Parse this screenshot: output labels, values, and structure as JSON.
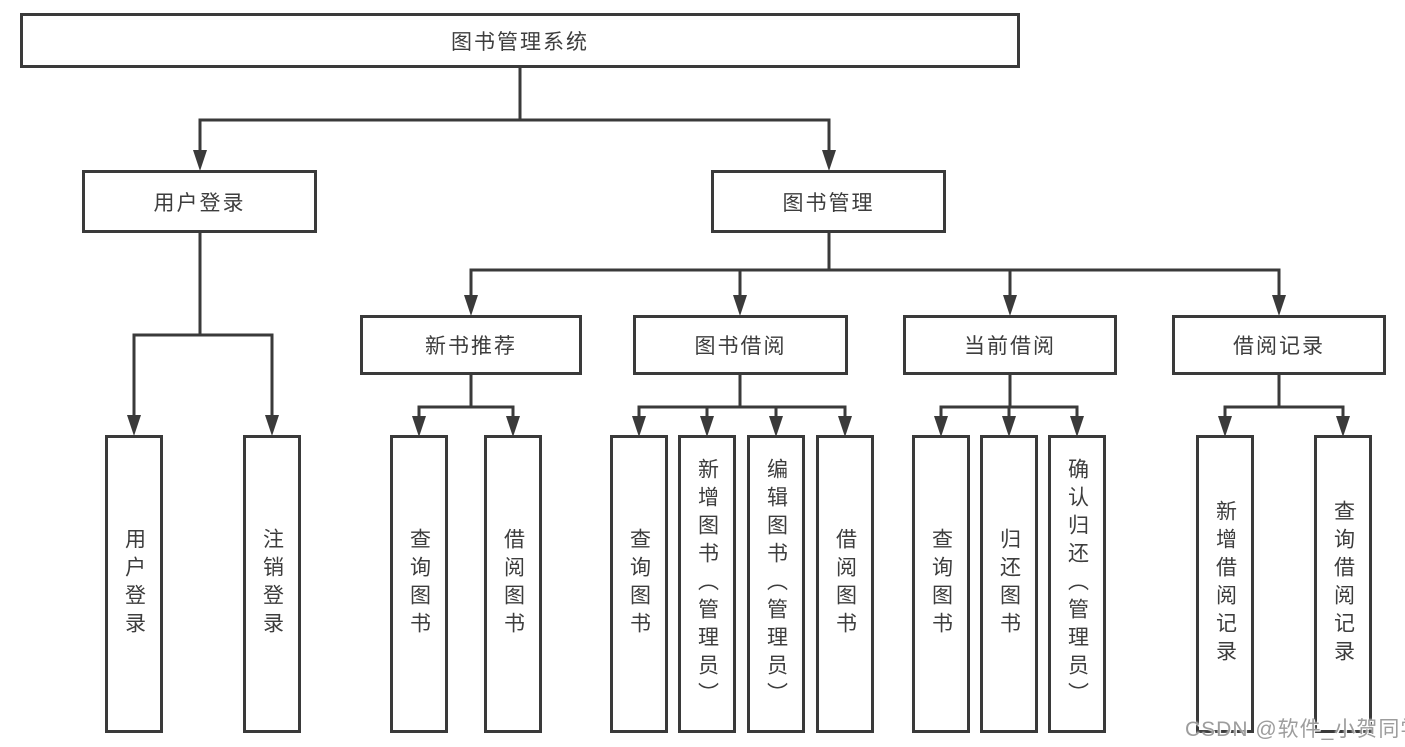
{
  "tree": {
    "label": "图书管理系统",
    "children": [
      {
        "label": "用户登录",
        "children": [
          {
            "label": "用户登录"
          },
          {
            "label": "注销登录"
          }
        ]
      },
      {
        "label": "图书管理",
        "children": [
          {
            "label": "新书推荐",
            "children": [
              {
                "label": "查询图书"
              },
              {
                "label": "借阅图书"
              }
            ]
          },
          {
            "label": "图书借阅",
            "children": [
              {
                "label": "查询图书"
              },
              {
                "label": "新增图书（管理员）"
              },
              {
                "label": "编辑图书（管理员）"
              },
              {
                "label": "借阅图书"
              }
            ]
          },
          {
            "label": "当前借阅",
            "children": [
              {
                "label": "查询图书"
              },
              {
                "label": "归还图书"
              },
              {
                "label": "确认归还（管理员）"
              }
            ]
          },
          {
            "label": "借阅记录",
            "children": [
              {
                "label": "新增借阅记录"
              },
              {
                "label": "查询借阅记录"
              }
            ]
          }
        ]
      }
    ]
  },
  "watermark": "CSDN @软件_小贺同学",
  "colors": {
    "line": "#3a3a3a",
    "border": "#3a3a3a",
    "text": "#3d3d3d",
    "watermark": "#9d9d9d",
    "background": "#ffffff"
  }
}
